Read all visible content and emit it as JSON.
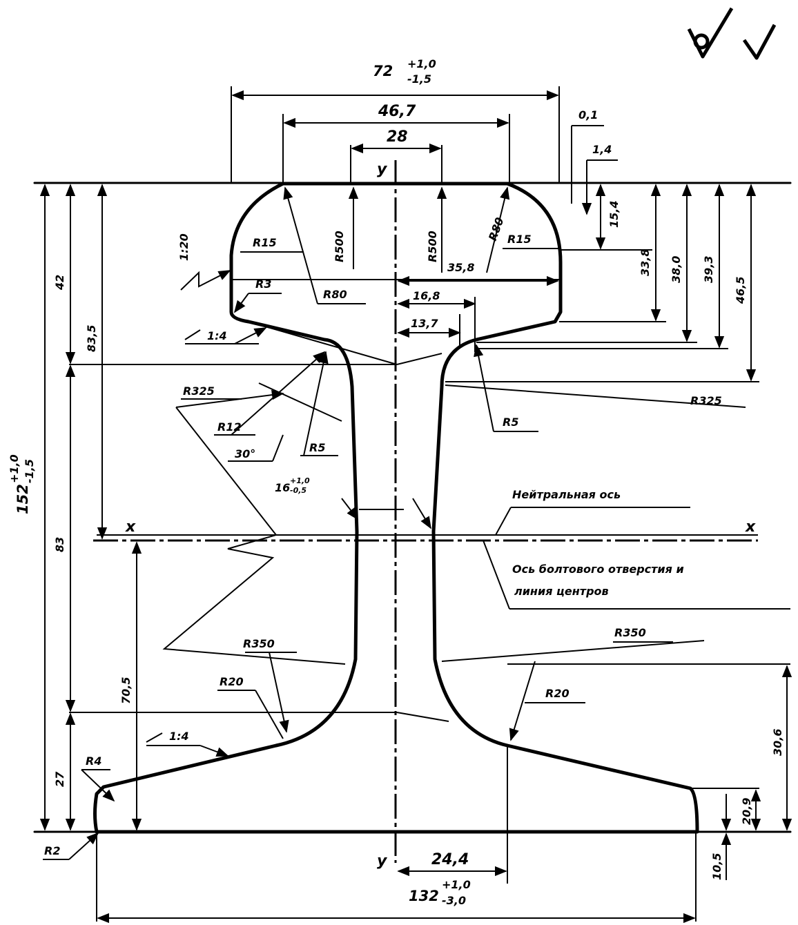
{
  "marks": {
    "machined": "machined-finish-mark",
    "as_is": "unmachined-finish-mark"
  },
  "dims": {
    "head_width": "72",
    "head_width_tol_top": "+1,0",
    "head_width_tol_bot": "-1,5",
    "head_inner_width": "46,7",
    "head_top_width": "28",
    "d_0_1": "0,1",
    "d_1_4": "1,4",
    "d_15_4": "15,4",
    "d_33_8": "33,8",
    "d_38_0": "38,0",
    "d_39_3": "39,3",
    "d_46_5": "46,5",
    "d_35_8": "35,8",
    "d_16_8": "16,8",
    "d_13_7": "13,7",
    "d_42": "42",
    "d_83_5": "83,5",
    "d_83": "83",
    "d_27": "27",
    "d_70_5": "70,5",
    "total_height": "152",
    "total_height_tol_top": "+1,0",
    "total_height_tol_bot": "-1,5",
    "base_width": "132",
    "base_width_tol_top": "+1,0",
    "base_width_tol_bot": "-3,0",
    "d_24_4": "24,4",
    "d_30_6": "30,6",
    "d_20_9": "20,9",
    "d_10_5": "10,5",
    "web_thickness": "16",
    "web_tol_top": "+1,0",
    "web_tol_bot": "-0,5"
  },
  "radii": {
    "r15_left": "R15",
    "r15_right": "R15",
    "r500_left": "R500",
    "r500_right": "R500",
    "r80_left": "R80",
    "r80_right": "R80",
    "r3": "R3",
    "r325_left": "R325",
    "r325_right": "R325",
    "r12": "R12",
    "r5_left": "R5",
    "r5_right": "R5",
    "r350_left": "R350",
    "r350_right": "R350",
    "r20_left": "R20",
    "r20_right": "R20",
    "r4": "R4",
    "r2": "R2"
  },
  "slopes": {
    "head_side": "1:20",
    "head_under": "1:4",
    "base_top": "1:4"
  },
  "angle": {
    "web_head": "30°"
  },
  "axes": {
    "y_top": "y",
    "y_bottom": "y",
    "x_left": "x",
    "x_right": "x"
  },
  "notes": {
    "neutral_axis": "Нейтральная ось",
    "bolt_axis_line1": "Ось болтового отверстия и",
    "bolt_axis_line2": "линия центров"
  }
}
